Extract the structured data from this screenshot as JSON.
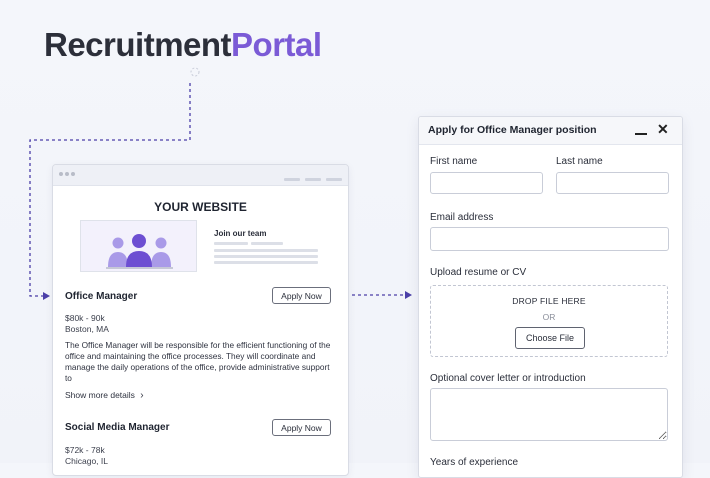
{
  "brand": {
    "part1": "Recruitment",
    "part2": "Portal"
  },
  "website": {
    "title": "YOUR WEBSITE",
    "join_text": "Join our team",
    "jobs": [
      {
        "title": "Office Manager",
        "apply_label": "Apply Now",
        "salary": "$80k - 90k",
        "location": "Boston, MA",
        "description": "The Office Manager will be responsible for the efficient functioning of the office and maintaining the office processes. They will coordinate and manage the daily operations of the office, provide administrative support to",
        "more_label": "Show more details"
      },
      {
        "title": "Social Media Manager",
        "apply_label": "Apply Now",
        "salary": "$72k - 78k",
        "location": "Chicago, IL"
      }
    ]
  },
  "modal": {
    "title": "Apply for Office Manager position",
    "first_name_label": "First name",
    "last_name_label": "Last name",
    "email_label": "Email address",
    "upload_label": "Upload resume or CV",
    "drop_text": "DROP FILE HERE",
    "or_text": "OR",
    "choose_label": "Choose File",
    "cover_label": "Optional cover letter or introduction",
    "years_label": "Years of experience"
  },
  "colors": {
    "accent": "#7b5bd6",
    "dark": "#2c2f3a",
    "connector": "#4b3fa8"
  },
  "icons": {
    "minimize": "minimize-icon",
    "close": "close-icon",
    "chevron": "chevron-right-icon"
  }
}
